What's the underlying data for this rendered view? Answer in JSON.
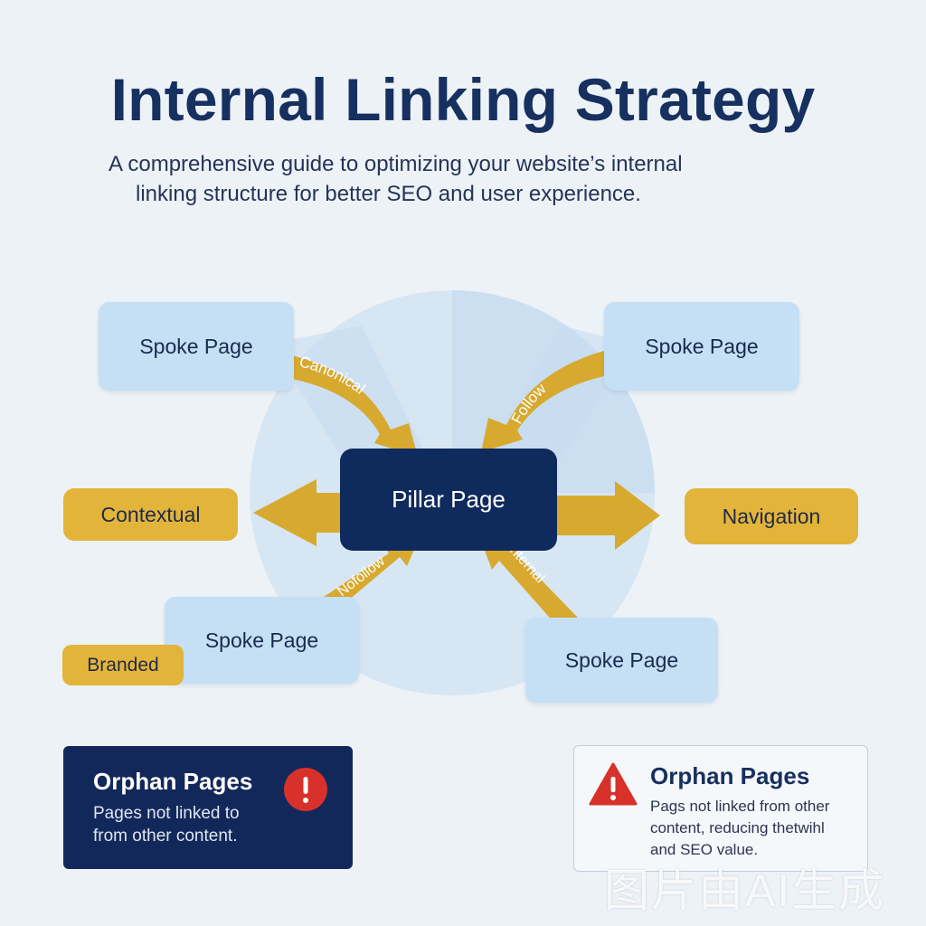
{
  "header": {
    "title": "Internal Linking Strategy",
    "subtitle_line1": "A comprehensive guide to optimizing your website’s internal",
    "subtitle_line2": "linking structure for better SEO and user experience."
  },
  "diagram": {
    "pillar": "Pillar Page",
    "spokes": [
      "Spoke Page",
      "Spoke Page",
      "Spoke Page",
      "Spoke Page"
    ],
    "link_types": [
      "Contextual",
      "Navigation",
      "Branded"
    ],
    "arrow_labels": [
      "Canonical",
      "Follow",
      "Nofollow",
      "Internal"
    ]
  },
  "cards": {
    "left": {
      "title": "Orphan Pages",
      "body_line1": "Pages not linked to",
      "body_line2": "from other content.",
      "icon": "exclamation-circle-icon"
    },
    "right": {
      "title": "Orphan Pages",
      "body_line1": "Pags not linked from other",
      "body_line2": "content, reducing thetwihl",
      "body_line3": "and SEO value.",
      "icon": "warning-triangle-icon"
    }
  },
  "watermark": "图片由AI生成",
  "colors": {
    "navy": "#0f2a5c",
    "spoke": "#c5dff5",
    "gold": "#e3b43a",
    "alert_red": "#d8312b",
    "background": "#edf2f7"
  }
}
